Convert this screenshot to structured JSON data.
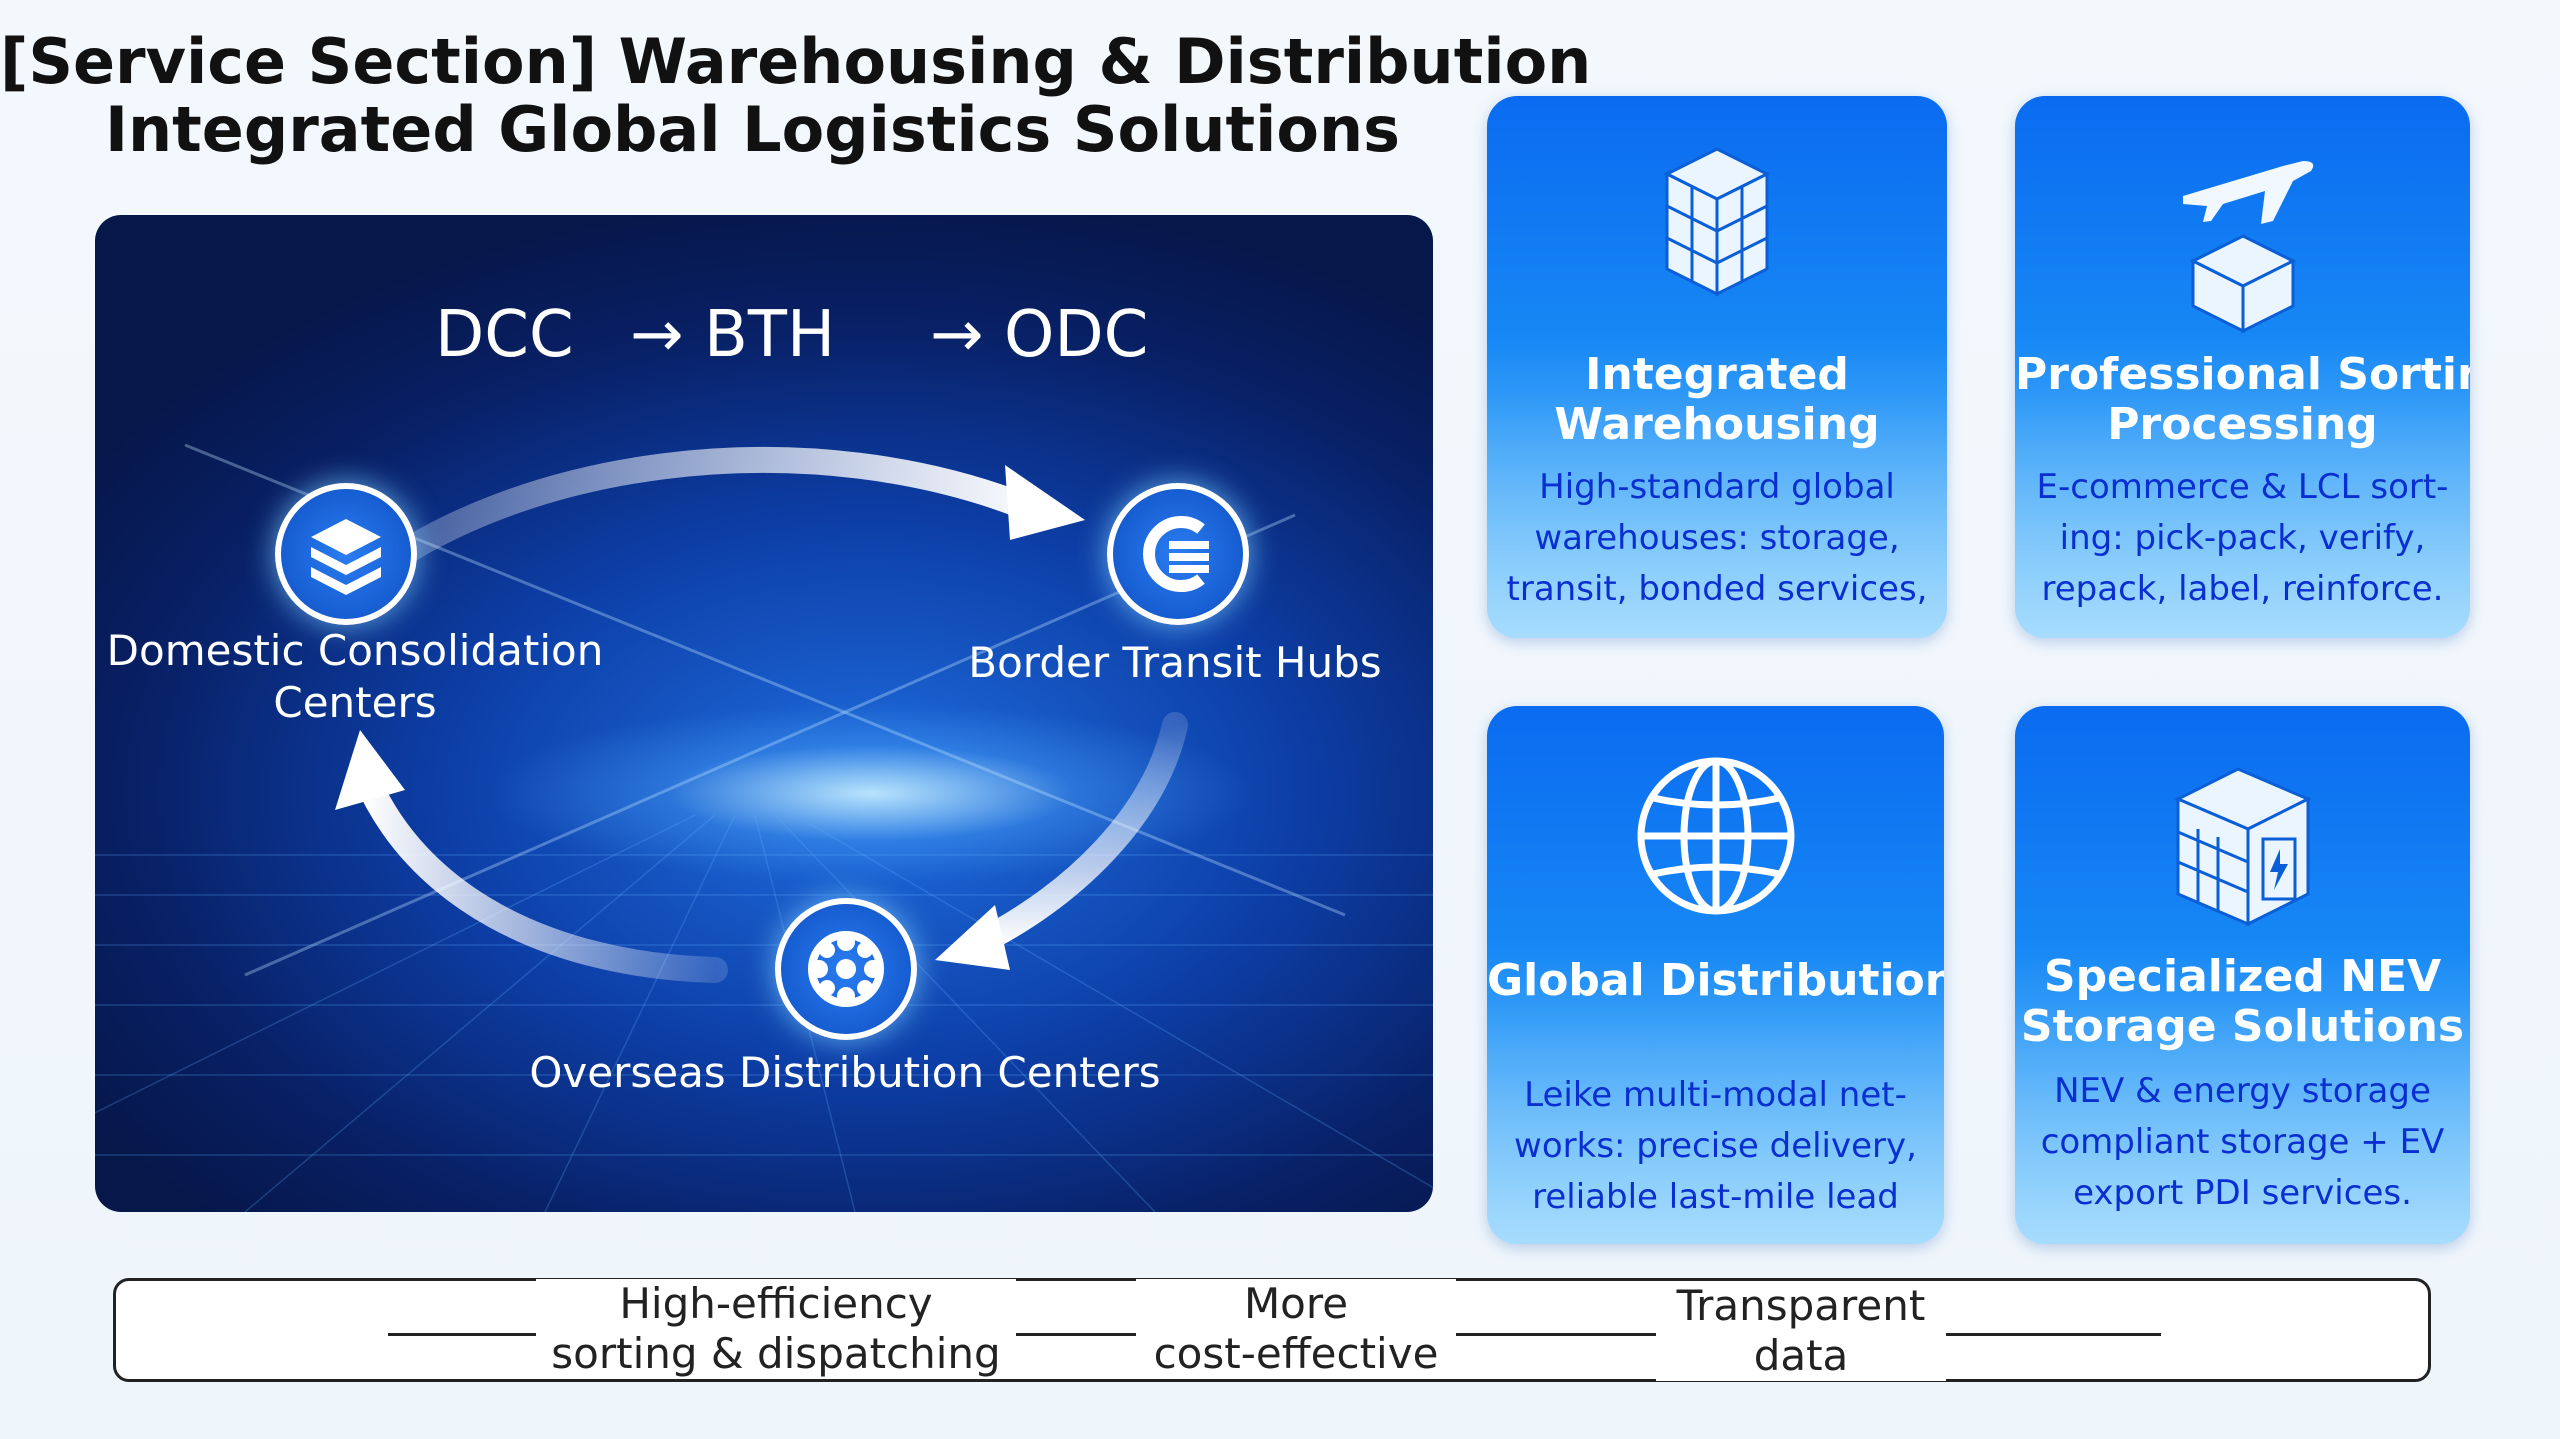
{
  "title": {
    "line1": "[Service Section] Warehousing & Distribution",
    "line2": "Integrated Global Logistics Solutions"
  },
  "flow": {
    "acronyms": [
      "DCC",
      "→ BTH",
      "→ ODC"
    ],
    "nodes": [
      {
        "label_line1": "Domestic Consolidation",
        "label_line2": "Centers",
        "icon": "layers-stack-icon"
      },
      {
        "label_line1": "Border Transit Hubs",
        "icon": "transit-hub-icon"
      },
      {
        "label_line1": "Overseas Distribution Centers",
        "icon": "distribution-wheel-icon"
      }
    ]
  },
  "cards": [
    {
      "title_lines": [
        "Integrated",
        "Warehousing"
      ],
      "desc_lines": [
        "High-standard global",
        "warehouses: storage,",
        "transit, bonded services,"
      ],
      "icon": "warehouse-boxes-icon"
    },
    {
      "title_lines": [
        "Professional Sorting &",
        "Processing"
      ],
      "desc_lines": [
        "E-commerce & LCL sort-",
        "ing: pick-pack, verify,",
        "repack, label, reinforce."
      ],
      "icon": "airplane-package-icon"
    },
    {
      "title_lines": [
        "Global Distribution"
      ],
      "desc_lines": [
        "Leike multi-modal net-",
        "works: precise delivery,",
        "reliable last-mile lead"
      ],
      "icon": "globe-icon"
    },
    {
      "title_lines": [
        "Specialized NEV",
        "Storage Solutions"
      ],
      "desc_lines": [
        "NEV & energy storage",
        "compliant storage + EV",
        "export PDI services."
      ],
      "icon": "battery-storage-icon"
    }
  ],
  "bottom": {
    "items": [
      {
        "line1": "High-efficiency",
        "line2": "sorting & dispatching"
      },
      {
        "line1": "More",
        "line2": "cost-effective"
      },
      {
        "line1": "Transparent",
        "line2": "data"
      }
    ]
  },
  "colors": {
    "card_gradient_top": "#0a6bf0",
    "card_desc_text": "#0a2fd0",
    "panel_dark": "#081f63"
  }
}
